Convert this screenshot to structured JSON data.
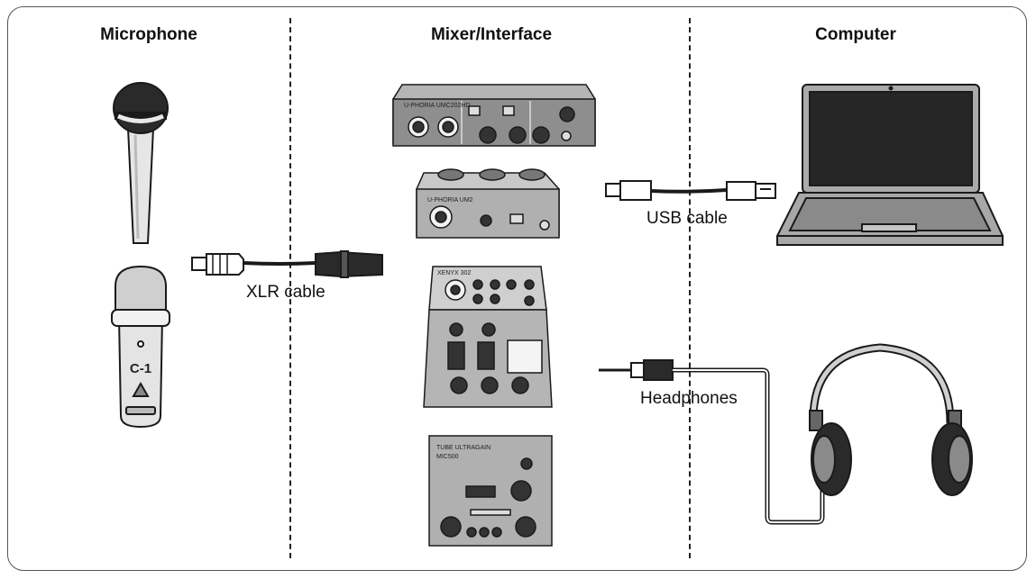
{
  "headings": {
    "microphone": "Microphone",
    "mixer": "Mixer/Interface",
    "computer": "Computer"
  },
  "cables": {
    "xlr": "XLR cable",
    "usb": "USB cable",
    "headphones": "Headphones"
  },
  "devices": {
    "condenser_mic_model": "C-1",
    "interface_top_brand": "U-PHORIA UMC202HD",
    "interface_small_brand": "U-PHORIA UM2",
    "mixer_model": "XENYX 302",
    "preamp_line1": "TUBE ULTRAGAIN",
    "preamp_line2": "MIC500"
  },
  "colors": {
    "line": "#1a1a1a",
    "device_gray": "#9a9a9a",
    "device_dark": "#3a3a3a",
    "light_gray": "#cfcfcf"
  }
}
